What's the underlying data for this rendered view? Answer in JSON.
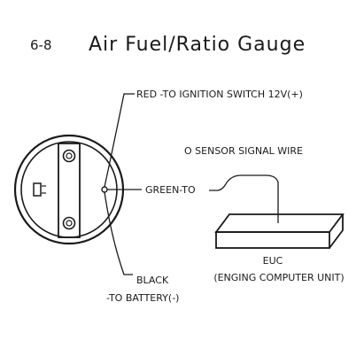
{
  "header": {
    "section_number": "6-8",
    "title": "Air Fuel/Ratio Gauge"
  },
  "labels": {
    "red_wire": "RED -TO IGNITION SWITCH 12V(+)",
    "sensor_signal": "O   SENSOR SIGNAL WIRE",
    "green_wire": "GREEN-TO",
    "black_wire": "BLACK",
    "battery": "-TO BATTERY(-)",
    "euc_name": "EUC",
    "euc_full": "(ENGING COMPUTER UNIT)"
  },
  "icons": {
    "gauge": "gauge-back-icon",
    "terminal_screw": "screw-terminal-icon",
    "lamp_socket": "lamp-socket-icon",
    "ecu_box": "ecu-box-icon"
  },
  "colors": {
    "ink": "#1a1a1a",
    "background": "#ffffff"
  }
}
